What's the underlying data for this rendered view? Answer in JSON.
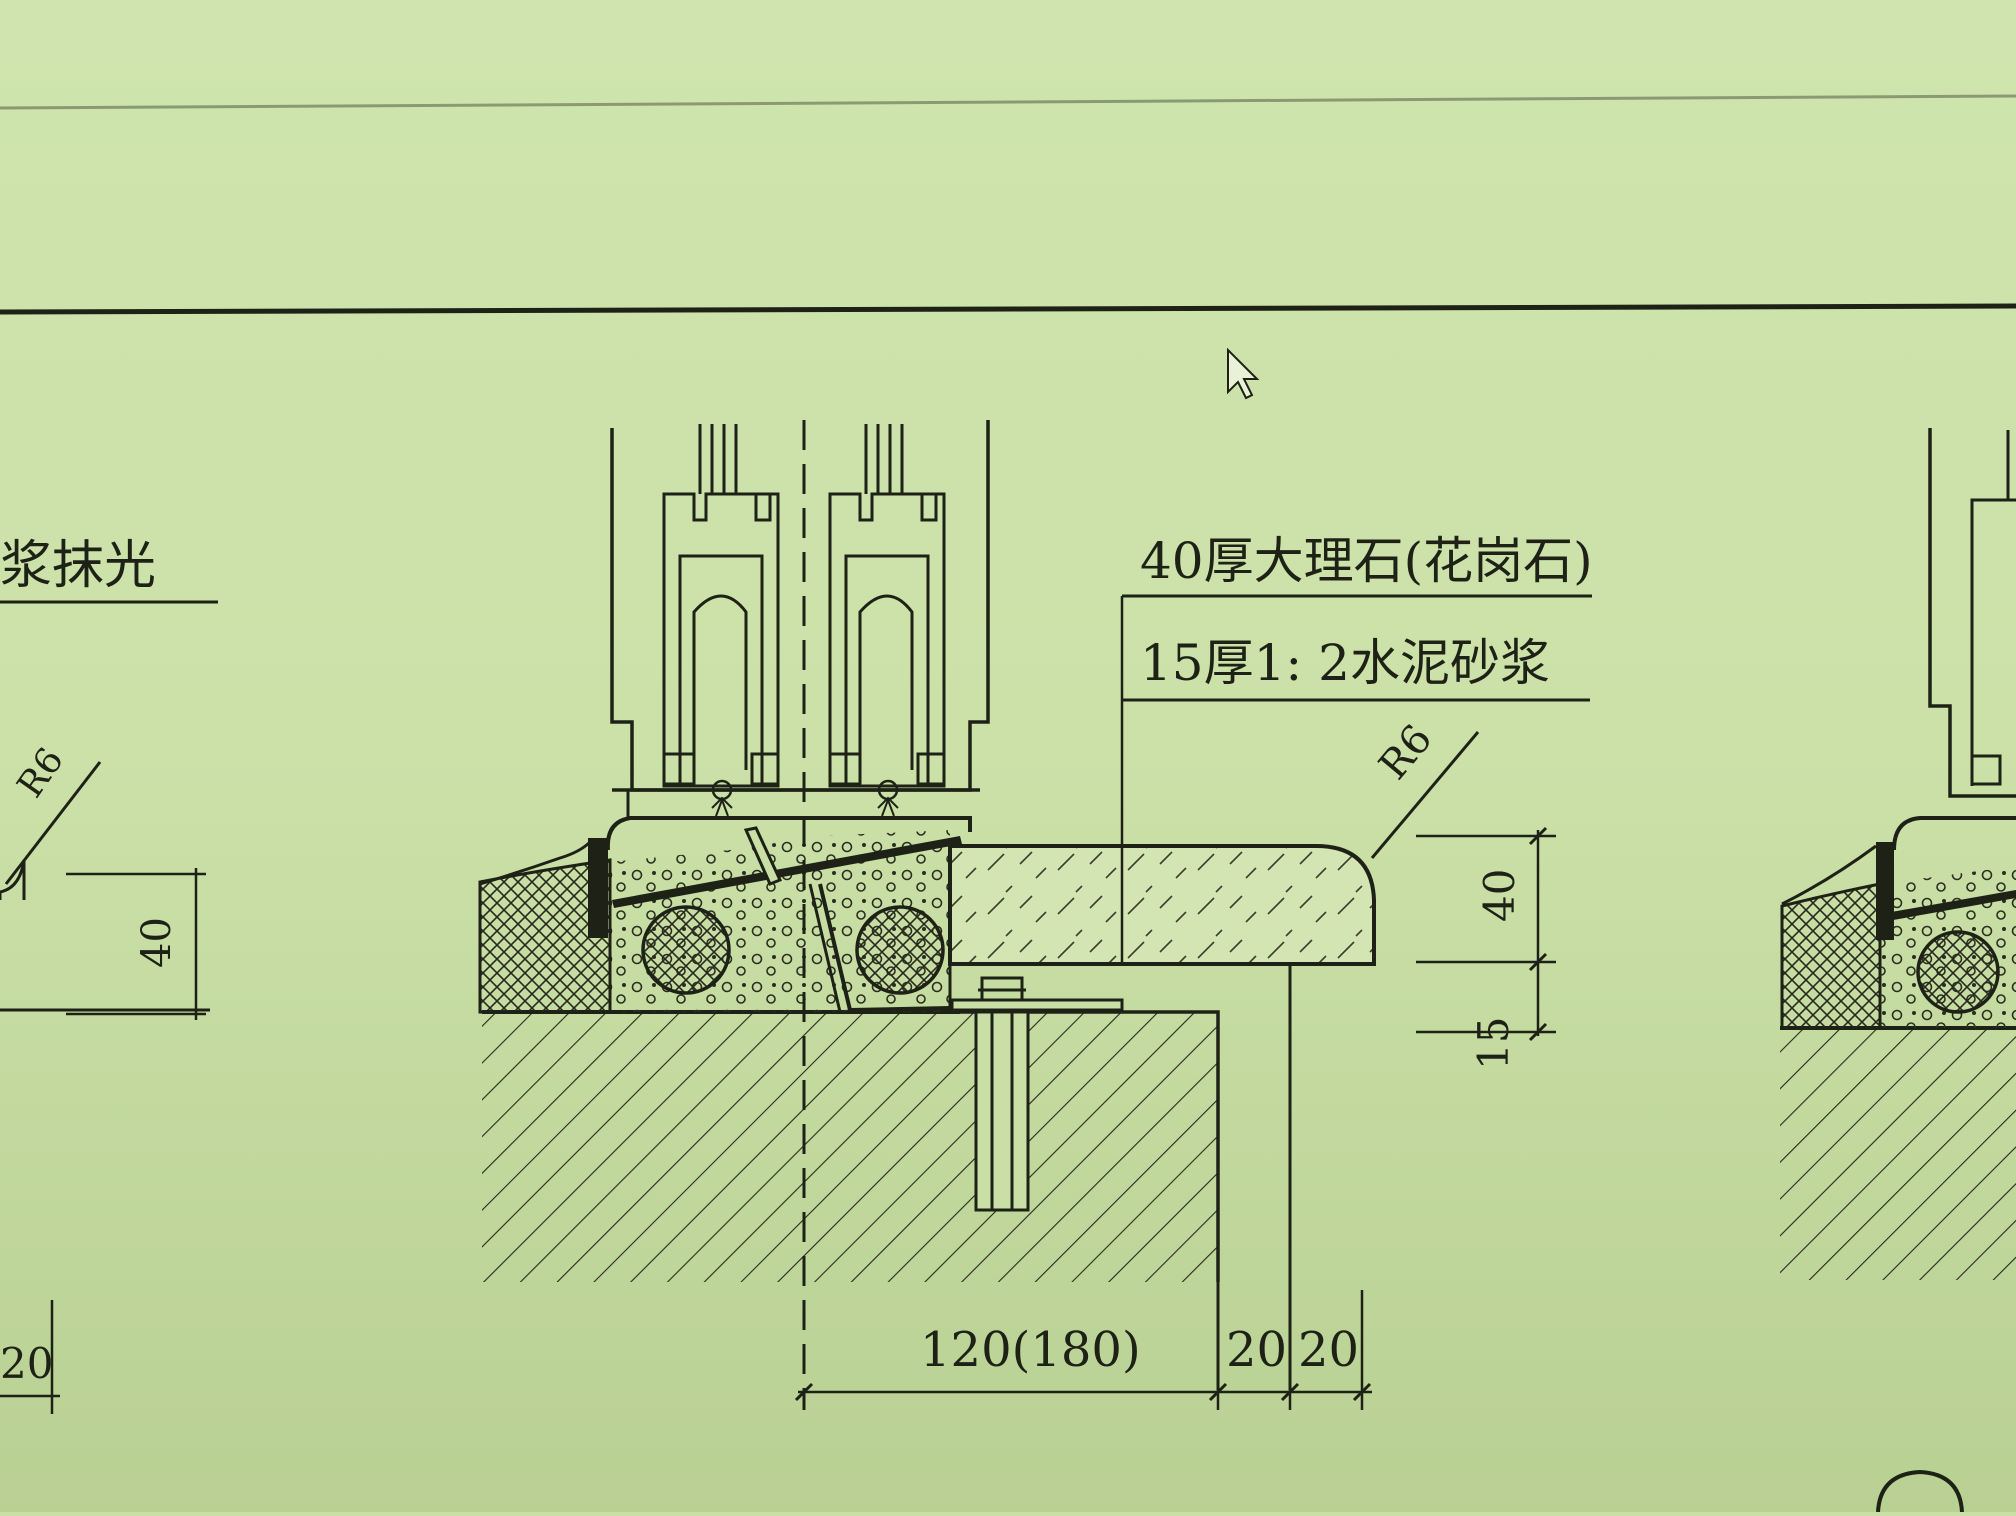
{
  "labels": {
    "left_note": "浆抹光",
    "left_radius": "R6",
    "left_dim_40": "40",
    "left_dim_20": "20",
    "marble": "40厚大理石(花岗石)",
    "mortar": "15厚1: 2水泥砂浆",
    "radius": "R6",
    "dim_40": "40",
    "dim_15": "15",
    "dim_main": "120(180)",
    "dim_20a": "20",
    "dim_20b": "20"
  },
  "colors": {
    "paper": "#c9dfa6",
    "ink": "#1e2216",
    "stone_fill": "#d4e5b4"
  },
  "icons": {
    "cursor": "mouse-pointer-icon"
  }
}
